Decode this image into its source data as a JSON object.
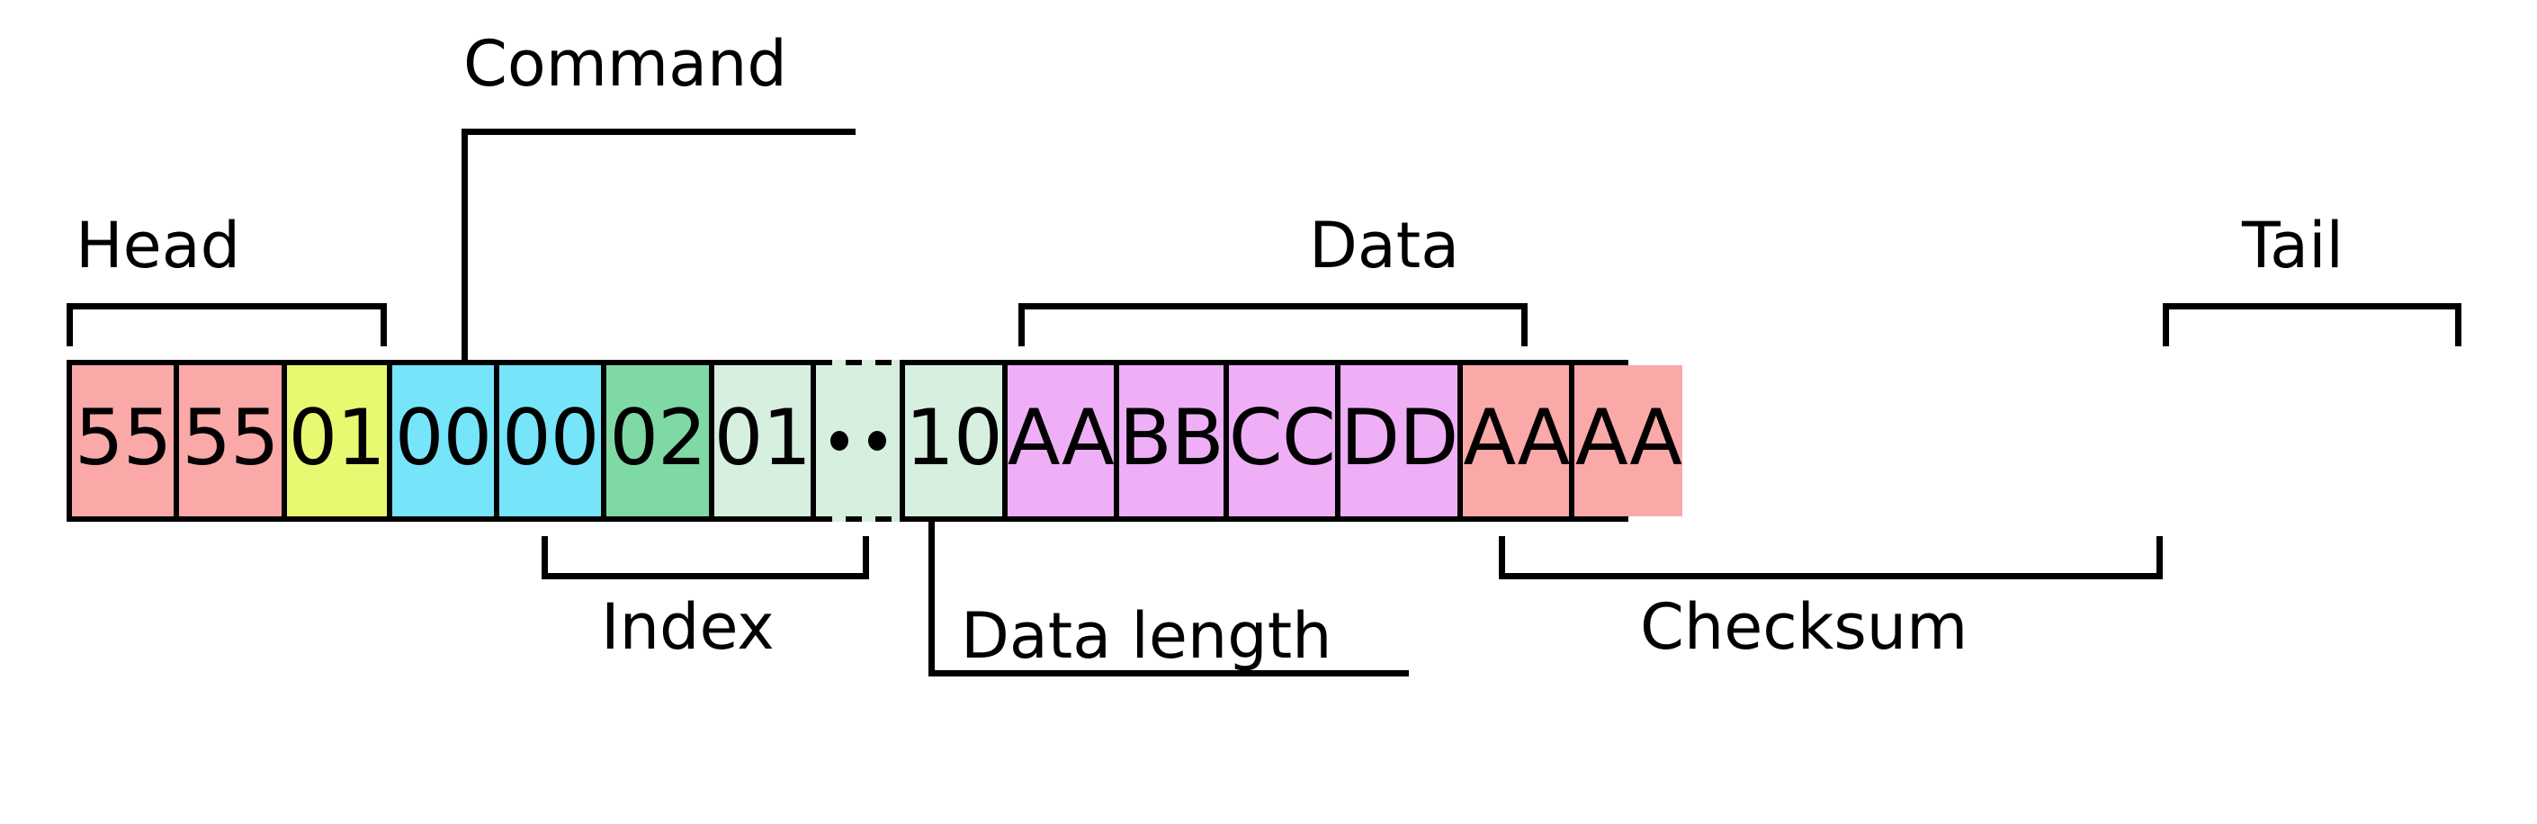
{
  "diagram": {
    "title": "Serial protocol frame layout",
    "background": "#ffffff",
    "stroke": "#000000"
  },
  "colors": {
    "head": "#FBA8A8",
    "command": "#E9F871",
    "index": "#77E5F9",
    "data_length": "#7FD9A4",
    "data": "#D6EFDF",
    "checksum": "#EEAFF7",
    "tail": "#FBA8A8"
  },
  "bytes": [
    {
      "value": "55",
      "field": "head",
      "color_key": "head",
      "style": "solid"
    },
    {
      "value": "55",
      "field": "head",
      "color_key": "head",
      "style": "solid"
    },
    {
      "value": "01",
      "field": "command",
      "color_key": "command",
      "style": "solid"
    },
    {
      "value": "00",
      "field": "index",
      "color_key": "index",
      "style": "solid"
    },
    {
      "value": "00",
      "field": "index",
      "color_key": "index",
      "style": "solid"
    },
    {
      "value": "02",
      "field": "data_length",
      "color_key": "data_length",
      "style": "solid"
    },
    {
      "value": "01",
      "field": "data",
      "color_key": "data",
      "style": "solid"
    },
    {
      "value": "··",
      "field": "data",
      "color_key": "data",
      "style": "dotted"
    },
    {
      "value": "10",
      "field": "data",
      "color_key": "data",
      "style": "solid"
    },
    {
      "value": "AA",
      "field": "checksum",
      "color_key": "checksum",
      "style": "solid"
    },
    {
      "value": "BB",
      "field": "checksum",
      "color_key": "checksum",
      "style": "solid"
    },
    {
      "value": "CC",
      "field": "checksum",
      "color_key": "checksum",
      "style": "solid"
    },
    {
      "value": "DD",
      "field": "checksum",
      "color_key": "checksum",
      "style": "solid"
    },
    {
      "value": "AA",
      "field": "tail",
      "color_key": "tail",
      "style": "solid"
    },
    {
      "value": "AA",
      "field": "tail",
      "color_key": "tail",
      "style": "solid"
    }
  ],
  "labels": {
    "head": "Head",
    "command": "Command",
    "data": "Data",
    "tail": "Tail",
    "index": "Index",
    "data_length": "Data length",
    "checksum": "Checksum"
  },
  "annotations": {
    "above": [
      {
        "label_key": "head",
        "kind": "bracket",
        "spans_bytes": [
          0,
          1
        ]
      },
      {
        "label_key": "command",
        "kind": "leader",
        "spans_bytes": [
          2,
          2
        ]
      },
      {
        "label_key": "data",
        "kind": "bracket",
        "spans_bytes": [
          6,
          8
        ]
      },
      {
        "label_key": "tail",
        "kind": "bracket",
        "spans_bytes": [
          13,
          14
        ]
      }
    ],
    "below": [
      {
        "label_key": "index",
        "kind": "bracket",
        "spans_bytes": [
          3,
          4
        ]
      },
      {
        "label_key": "data_length",
        "kind": "leader",
        "spans_bytes": [
          5,
          5
        ]
      },
      {
        "label_key": "checksum",
        "kind": "bracket",
        "spans_bytes": [
          9,
          12
        ]
      }
    ]
  }
}
